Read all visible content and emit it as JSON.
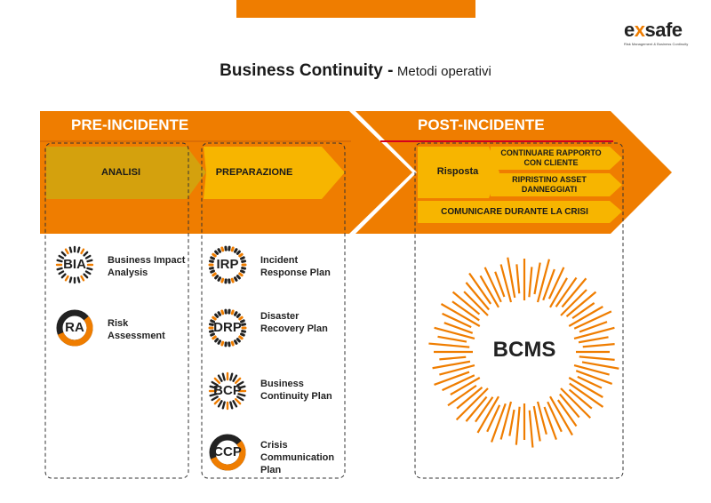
{
  "header": {
    "logo_text": "exsafe",
    "logo_tagline": "Risk Management & Business Continuity"
  },
  "title": {
    "main": "Business Continuity -",
    "sub": "Metodi operativi"
  },
  "phases": {
    "pre": {
      "label": "PRE-INCIDENTE"
    },
    "post": {
      "label": "POST-INCIDENTE"
    }
  },
  "blocks": {
    "analisi": "ANALISI",
    "preparazione": "PREPARAZIONE",
    "risposta": "Risposta",
    "continuare": "CONTINUARE RAPPORTO CON CLIENTE",
    "ripristino": "RIPRISTINO ASSET DANNEGGIATI",
    "comunicare": "COMUNICARE DURANTE LA CRISI"
  },
  "methods": {
    "bia": {
      "abbr": "BIA",
      "line1": "Business Impact",
      "line2": "Analysis"
    },
    "ra": {
      "abbr": "RA",
      "line1": "Risk",
      "line2": "Assessment"
    },
    "irp": {
      "abbr": "IRP",
      "line1": "Incident",
      "line2": "Response Plan"
    },
    "drp": {
      "abbr": "DRP",
      "line1": "Disaster",
      "line2": "Recovery Plan"
    },
    "bcp": {
      "abbr": "BCP",
      "line1": "Business",
      "line2": "Continuity Plan"
    },
    "ccp": {
      "abbr": "CCP",
      "line1": "Crisis",
      "line2": "Communication",
      "line3": "Plan"
    }
  },
  "bcms": {
    "label": "BCMS"
  },
  "colors": {
    "orange": "#ef7d00",
    "yellow": "#f7b500",
    "darkgold": "#d9a300",
    "red": "#d6001c",
    "ink": "#222222"
  }
}
